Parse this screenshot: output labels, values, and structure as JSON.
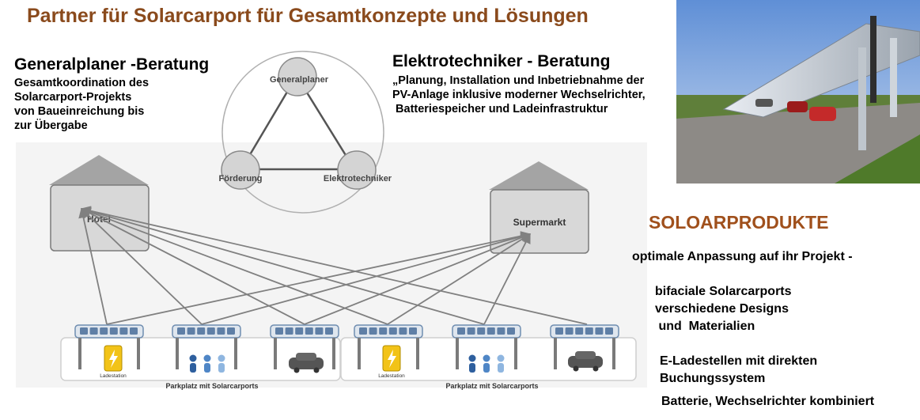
{
  "title": "Partner für Solarcarport  für Gesamtkonzepte und Lösungen",
  "generalplaner": {
    "heading": "Generalplaner -Beratung",
    "lines": [
      "Gesamtkoordination des",
      "Solarcarport-Projekts",
      "von Baueinreichung bis",
      "zur Übergabe"
    ]
  },
  "elektrotechniker": {
    "heading": "Elektrotechniker - Beratung",
    "lines": [
      "„Planung, Installation und Inbetriebnahme der",
      "PV-Anlage inklusive moderner Wechselrichter,",
      " Batteriespeicher und Ladeinfrastruktur"
    ]
  },
  "triangle": {
    "top": "Generalplaner",
    "left": "Förderung",
    "right": "Elektrotechniker"
  },
  "buildings": {
    "left": "Hotel",
    "right": "Supermarkt"
  },
  "parking": {
    "label": "Parkplatz mit Solarcarports",
    "ladestation": "Ladestation"
  },
  "products": {
    "heading": "SOLOARPRODUKTE",
    "intro": "optimale Anpassung auf ihr Projekt -",
    "list1": [
      "bifaciale Solarcarports",
      "verschiedene Designs",
      " und  Materialien"
    ],
    "list2": [
      "E-Ladestellen mit direkten",
      "Buchungssystem"
    ],
    "list3": "Batterie, Wechselrichter kombiniert"
  },
  "colors": {
    "title": "#8a4a1c",
    "products_heading": "#a0501c",
    "charger": "#f2c318",
    "person_blue": "#3a6fb0",
    "panel_blue": "#6f8db0"
  }
}
